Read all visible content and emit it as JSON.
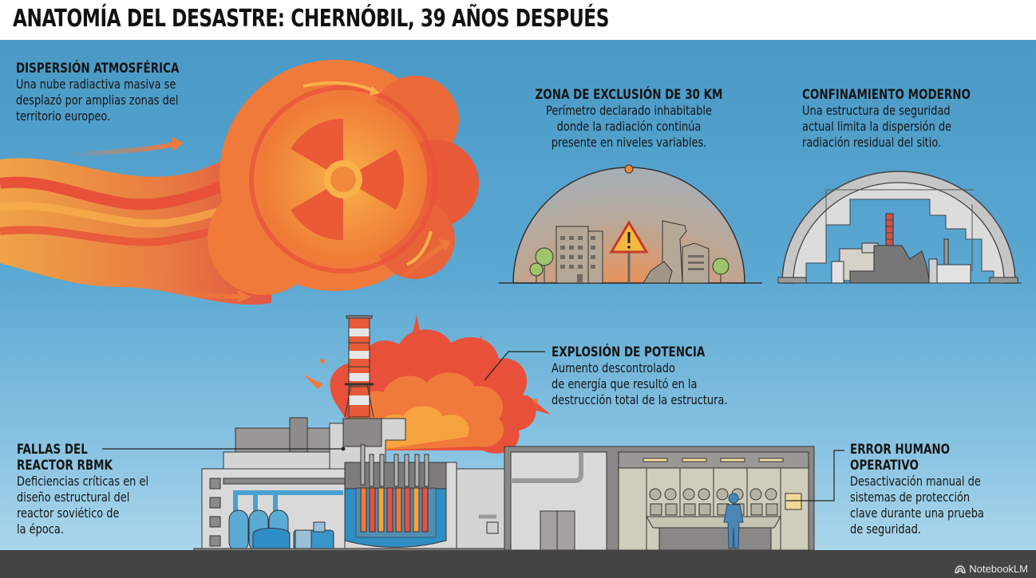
{
  "header": {
    "title": "ANATOMÍA DEL DESASTRE: CHERNÓBIL, 39 AÑOS DESPUÉS"
  },
  "sections": {
    "dispersion": {
      "heading": "DISPERSIÓN ATMOSFÉRICA",
      "body": "Una nube radiactiva masiva se\ndesplazó por amplias zonas del\nterritorio europeo."
    },
    "exclusion_zone": {
      "heading": "ZONA DE EXCLUSIÓN DE 30 KM",
      "body": "Perímetro declarado inhabitable\ndonde la radiación continúa\npresente en niveles variables."
    },
    "confinement": {
      "heading": "CONFINAMIENTO MODERNO",
      "body": "Una estructura de seguridad\nactual limita la dispersión de\nradiación residual del sitio."
    },
    "explosion": {
      "heading": "EXPLOSIÓN DE POTENCIA",
      "body": "Aumento descontrolado\nde energía que resultó en la\ndestrucción total de la estructura."
    },
    "reactor_flaws": {
      "heading_line1": "FALLAS DEL",
      "heading_line2": "REACTOR RBMK",
      "body": "Deficiencias críticas en el\ndiseño estructural del\nreactor soviético de\nla época."
    },
    "human_error": {
      "heading_line1": "ERROR HUMANO",
      "heading_line2": "OPERATIVO",
      "body": "Desactivación manual de\nsistemas de protección\nclave durante una prueba\nde seguridad."
    }
  },
  "icons": [
    "radiation-trefoil-icon",
    "warning-sign-icon",
    "tree-icon",
    "arrow-icon",
    "notebooklm-logo-icon"
  ],
  "colors": {
    "sky_top": "#4a99c6",
    "sky_bottom": "#b0d8ec",
    "cloud_orange": "#f07a3a",
    "cloud_red": "#e8503a",
    "cloud_yellow": "#f7a340",
    "building_gray": "#cfcfcf",
    "dark_gray": "#8a8886",
    "reactor_blue": "#2f8fc4",
    "footer": "#454444"
  },
  "footer": {
    "brand": "NotebookLM"
  }
}
